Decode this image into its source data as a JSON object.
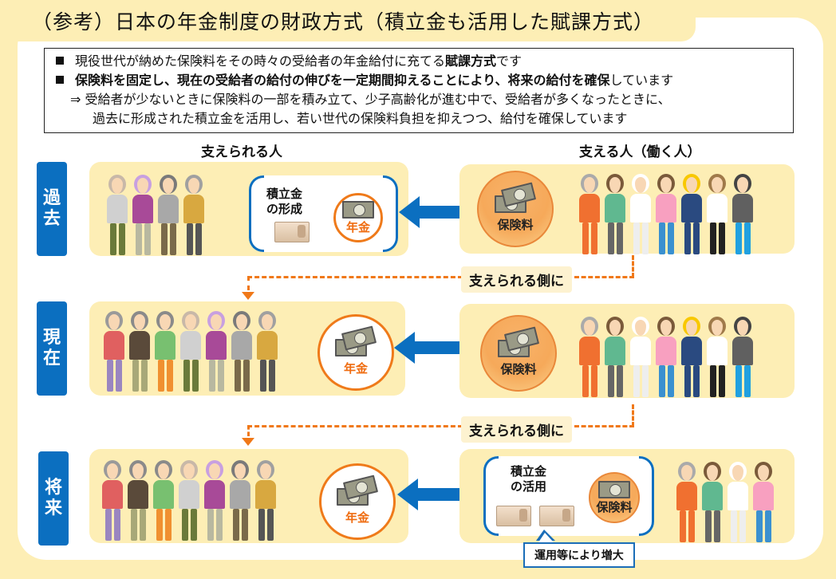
{
  "title": "（参考）日本の年金制度の財政方式（積立金も活用した賦課方式）",
  "notes": {
    "line1": {
      "prefix": "現役世代が納めた保険料をその時々の受給者の年金給付に充てる",
      "bold": "賦課方式",
      "suffix": "です"
    },
    "line2": {
      "bold1": "保険料を固定し、現在の受給者の給付の伸びを一定期間抑えることにより、将来の給付を確保",
      "suffix": "しています"
    },
    "line3": "⇒  受給者が少ないときに保険料の一部を積み立て、少子高齢化が進む中で、受給者が多くなったときに、",
    "line4": "過去に形成された積立金を活用し、若い世代の保険料負担を抑えつつ、給付を確保しています"
  },
  "columns": {
    "supported": "支えられる人",
    "supporters": "支える人（働く人）"
  },
  "eras": [
    {
      "label": "過去",
      "chars": [
        "過",
        "去"
      ],
      "retirees": 4,
      "workers": 7,
      "box_label_1": "積立金",
      "box_label_2": "の形成",
      "pension_label": "年金",
      "premium_label": "保険料"
    },
    {
      "label": "現在",
      "chars": [
        "現",
        "在"
      ],
      "retirees": 7,
      "workers": 7,
      "pension_label": "年金",
      "premium_label": "保険料"
    },
    {
      "label": "将来",
      "chars": [
        "将",
        "来"
      ],
      "retirees": 7,
      "workers": 4,
      "box_label_1": "積立金",
      "box_label_2": "の活用",
      "pension_label": "年金",
      "premium_label": "保険料"
    }
  ],
  "transitions": [
    {
      "label": "支えられる側に"
    },
    {
      "label": "支えられる側に"
    }
  ],
  "callout": "運用等により増大",
  "colors": {
    "background": "#fdeeb5",
    "era_tag": "#0b6fc0",
    "arrow": "#0b6fc0",
    "dashed_flow": "#f07818",
    "pension_text": "#ef6c10"
  },
  "people": {
    "retirees": [
      {
        "hair": "#9a9a9a",
        "top": "#e06060",
        "legs": "#9a86c0"
      },
      {
        "hair": "#8a8a8a",
        "top": "#5a4a3a",
        "legs": "#a8a878"
      },
      {
        "hair": "#8a8a8a",
        "top": "#78c070",
        "legs": "#f09030"
      },
      {
        "hair": "#c8b8a8",
        "top": "#d0d0d0",
        "legs": "#6a7a3a"
      },
      {
        "hair": "#c8a0e0",
        "top": "#a84a98",
        "legs": "#b8b8a0"
      },
      {
        "hair": "#7a7a7a",
        "top": "#a8a8a8",
        "legs": "#7a6a4a"
      },
      {
        "hair": "#a0a0a0",
        "top": "#d8a840",
        "legs": "#555555"
      }
    ],
    "retirees_past": [
      {
        "hair": "#c8b8a8",
        "top": "#d0d0d0",
        "legs": "#6a7a3a"
      },
      {
        "hair": "#c8a0e0",
        "top": "#a84a98",
        "legs": "#b8b8a0"
      },
      {
        "hair": "#7a7a7a",
        "top": "#a8a8a8",
        "legs": "#7a6a4a"
      },
      {
        "hair": "#a0a0a0",
        "top": "#d8a840",
        "legs": "#555555"
      }
    ],
    "workers": [
      {
        "hair": "#aaaaaa",
        "top": "#f07030",
        "legs": "#f07030"
      },
      {
        "hair": "#7a5a3a",
        "top": "#60b890",
        "legs": "#666666"
      },
      {
        "hair": "#ffffff",
        "top": "#ffffff",
        "legs": "#eeeeee"
      },
      {
        "hair": "#7a5a3a",
        "top": "#f8a0c0",
        "legs": "#3a90d0"
      },
      {
        "hair": "#f8c800",
        "top": "#2a4a80",
        "legs": "#2a4a80"
      },
      {
        "hair": "#a07a4a",
        "top": "#ffffff",
        "legs": "#222222"
      },
      {
        "hair": "#444444",
        "top": "#606060",
        "legs": "#20a0e0"
      }
    ]
  }
}
